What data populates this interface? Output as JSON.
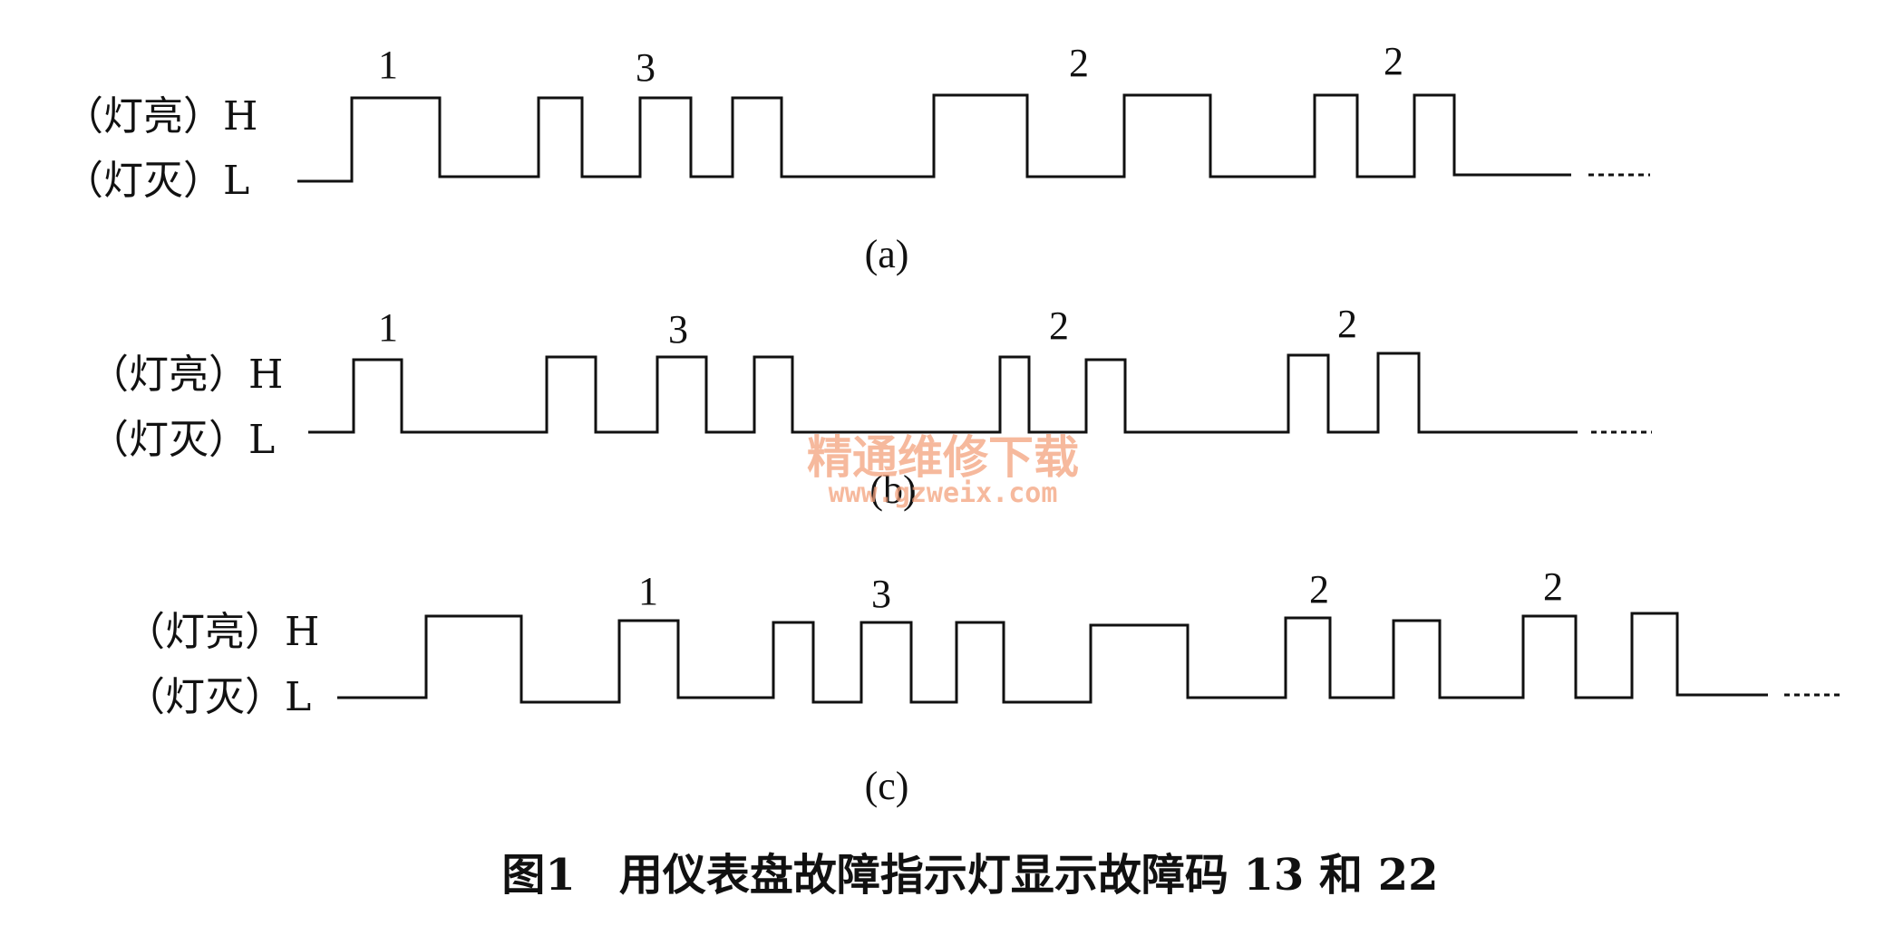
{
  "figure": {
    "caption": "图1　用仪表盘故障指示灯显示故障码 13 和 22",
    "watermark_text": "精通维修下载",
    "watermark_url": "www.gzweix.com"
  },
  "state_labels": {
    "high": "（灯亮）H",
    "low": "（灯灭）L"
  },
  "panels": [
    {
      "id": "a",
      "caption": "(a)",
      "digits": [
        {
          "text": "1",
          "over_pulse": 0
        },
        {
          "text": "3",
          "over_pulse": 2
        },
        {
          "text": "2",
          "over_pulse": 4
        },
        {
          "text": "2",
          "over_pulse": 7
        }
      ]
    },
    {
      "id": "b",
      "caption": "(b)",
      "digits": [
        {
          "text": "1",
          "over_pulse": 0
        },
        {
          "text": "3",
          "over_pulse": 2
        },
        {
          "text": "2",
          "over_pulse": 4
        },
        {
          "text": "2",
          "over_pulse": 6
        }
      ]
    },
    {
      "id": "c",
      "caption": "(c)",
      "digits": [
        {
          "text": "1",
          "over_pulse": 1
        },
        {
          "text": "3",
          "over_pulse": 3
        },
        {
          "text": "2",
          "over_pulse": 6
        },
        {
          "text": "2",
          "over_pulse": 8
        }
      ]
    }
  ]
}
